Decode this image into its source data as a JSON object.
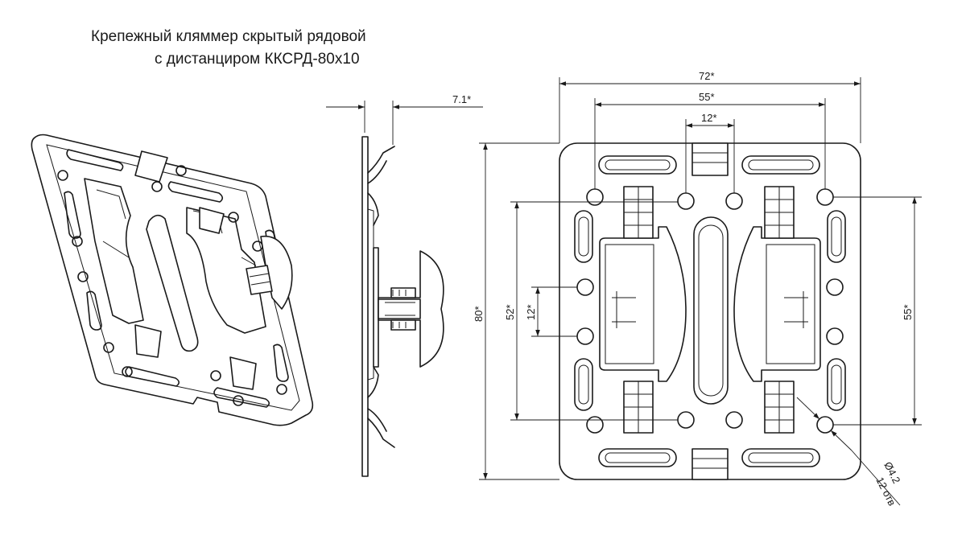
{
  "title": {
    "line1": "Крепежный кляммер скрытый рядовой",
    "line2": "с дистанциром ККСРД-80х10"
  },
  "dimensions": {
    "width_total": "72*",
    "width_holes": "55*",
    "width_slot": "12*",
    "height_total": "80*",
    "height_holes_left": "52*",
    "height_small": "12*",
    "height_holes_right": "55*",
    "side_offset": "7.1*",
    "hole_diameter": "Ø4.2",
    "hole_count": "12 отв"
  }
}
